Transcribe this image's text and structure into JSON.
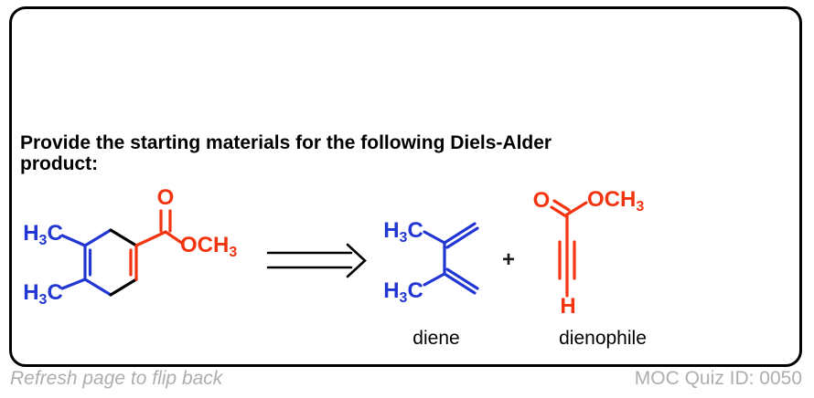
{
  "question": {
    "line1": "Provide the starting materials for the following Diels-Alder",
    "line2": "product:"
  },
  "product_molecule": {
    "atom_labels": {
      "methyl_top": {
        "pre": "H",
        "sub": "3",
        "post": "C"
      },
      "methyl_bottom": {
        "pre": "H",
        "sub": "3",
        "post": "C"
      },
      "carbonyl_o": "O",
      "ester_o_ch3": {
        "pre": "OCH",
        "sub": "3"
      }
    }
  },
  "starting_materials": {
    "plus_sign": "+",
    "diene": {
      "caption": "diene",
      "atom_labels": {
        "methyl_top": {
          "pre": "H",
          "sub": "3",
          "post": "C"
        },
        "methyl_bottom": {
          "pre": "H",
          "sub": "3",
          "post": "C"
        }
      }
    },
    "dienophile": {
      "caption": "dienophile",
      "atom_labels": {
        "carbonyl_o": "O",
        "ester_o_ch3": {
          "pre": "OCH",
          "sub": "3"
        },
        "alkyne_h": "H"
      }
    }
  },
  "footer": {
    "flip_hint": "Refresh page to flip back",
    "quiz_id": "MOC Quiz ID: 0050"
  },
  "colors": {
    "diene_blue": "#2136d3",
    "dienophile_red": "#f23411",
    "bond_black": "#000000",
    "footer_gray": "#aeaeae"
  }
}
